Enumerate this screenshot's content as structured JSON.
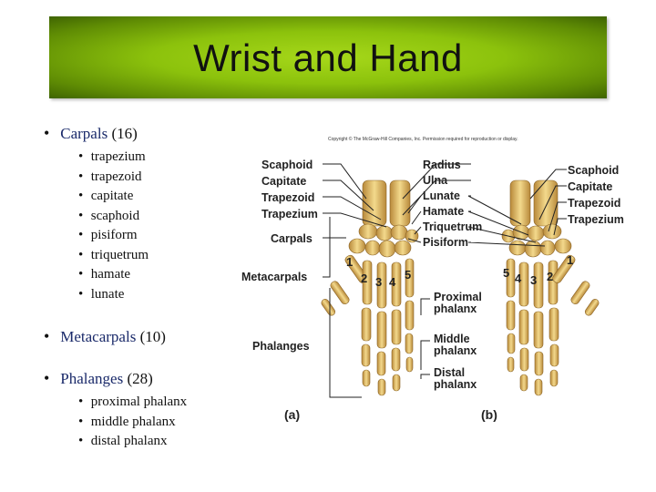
{
  "title": "Wrist and Hand",
  "bullets": {
    "carpals": {
      "term": "Carpals",
      "count": "(16)",
      "items": [
        "trapezium",
        "trapezoid",
        "capitate",
        "scaphoid",
        "pisiform",
        "triquetrum",
        "hamate",
        "lunate"
      ]
    },
    "metacarpals": {
      "term": "Metacarpals",
      "count": "(10)"
    },
    "phalanges": {
      "term": "Phalanges",
      "count": "(28)",
      "items": [
        "proximal phalanx",
        "middle phalanx",
        "distal phalanx"
      ]
    }
  },
  "figure": {
    "copyright": "Copyright © The McGraw-Hill Companies, Inc. Permission required for reproduction or display.",
    "left_labels": [
      "Scaphoid",
      "Capitate",
      "Trapezoid",
      "Trapezium",
      "Carpals",
      "Metacarpals",
      "Phalanges"
    ],
    "center_labels": [
      "Radius",
      "Ulna",
      "Lunate",
      "Hamate",
      "Triquetrum",
      "Pisiform"
    ],
    "right_labels": [
      "Scaphoid",
      "Capitate",
      "Trapezoid",
      "Trapezium"
    ],
    "phalanx_labels": [
      "Proximal phalanx",
      "Middle phalanx",
      "Distal phalanx"
    ],
    "numbers_a": [
      "1",
      "2",
      "3",
      "4",
      "5"
    ],
    "numbers_b": [
      "5",
      "4",
      "3",
      "2",
      "1"
    ],
    "panel_a": "(a)",
    "panel_b": "(b)"
  },
  "colors": {
    "title_bar": "#8cc20c",
    "bone": "#e8c46a",
    "bone_dark": "#b8893a"
  }
}
